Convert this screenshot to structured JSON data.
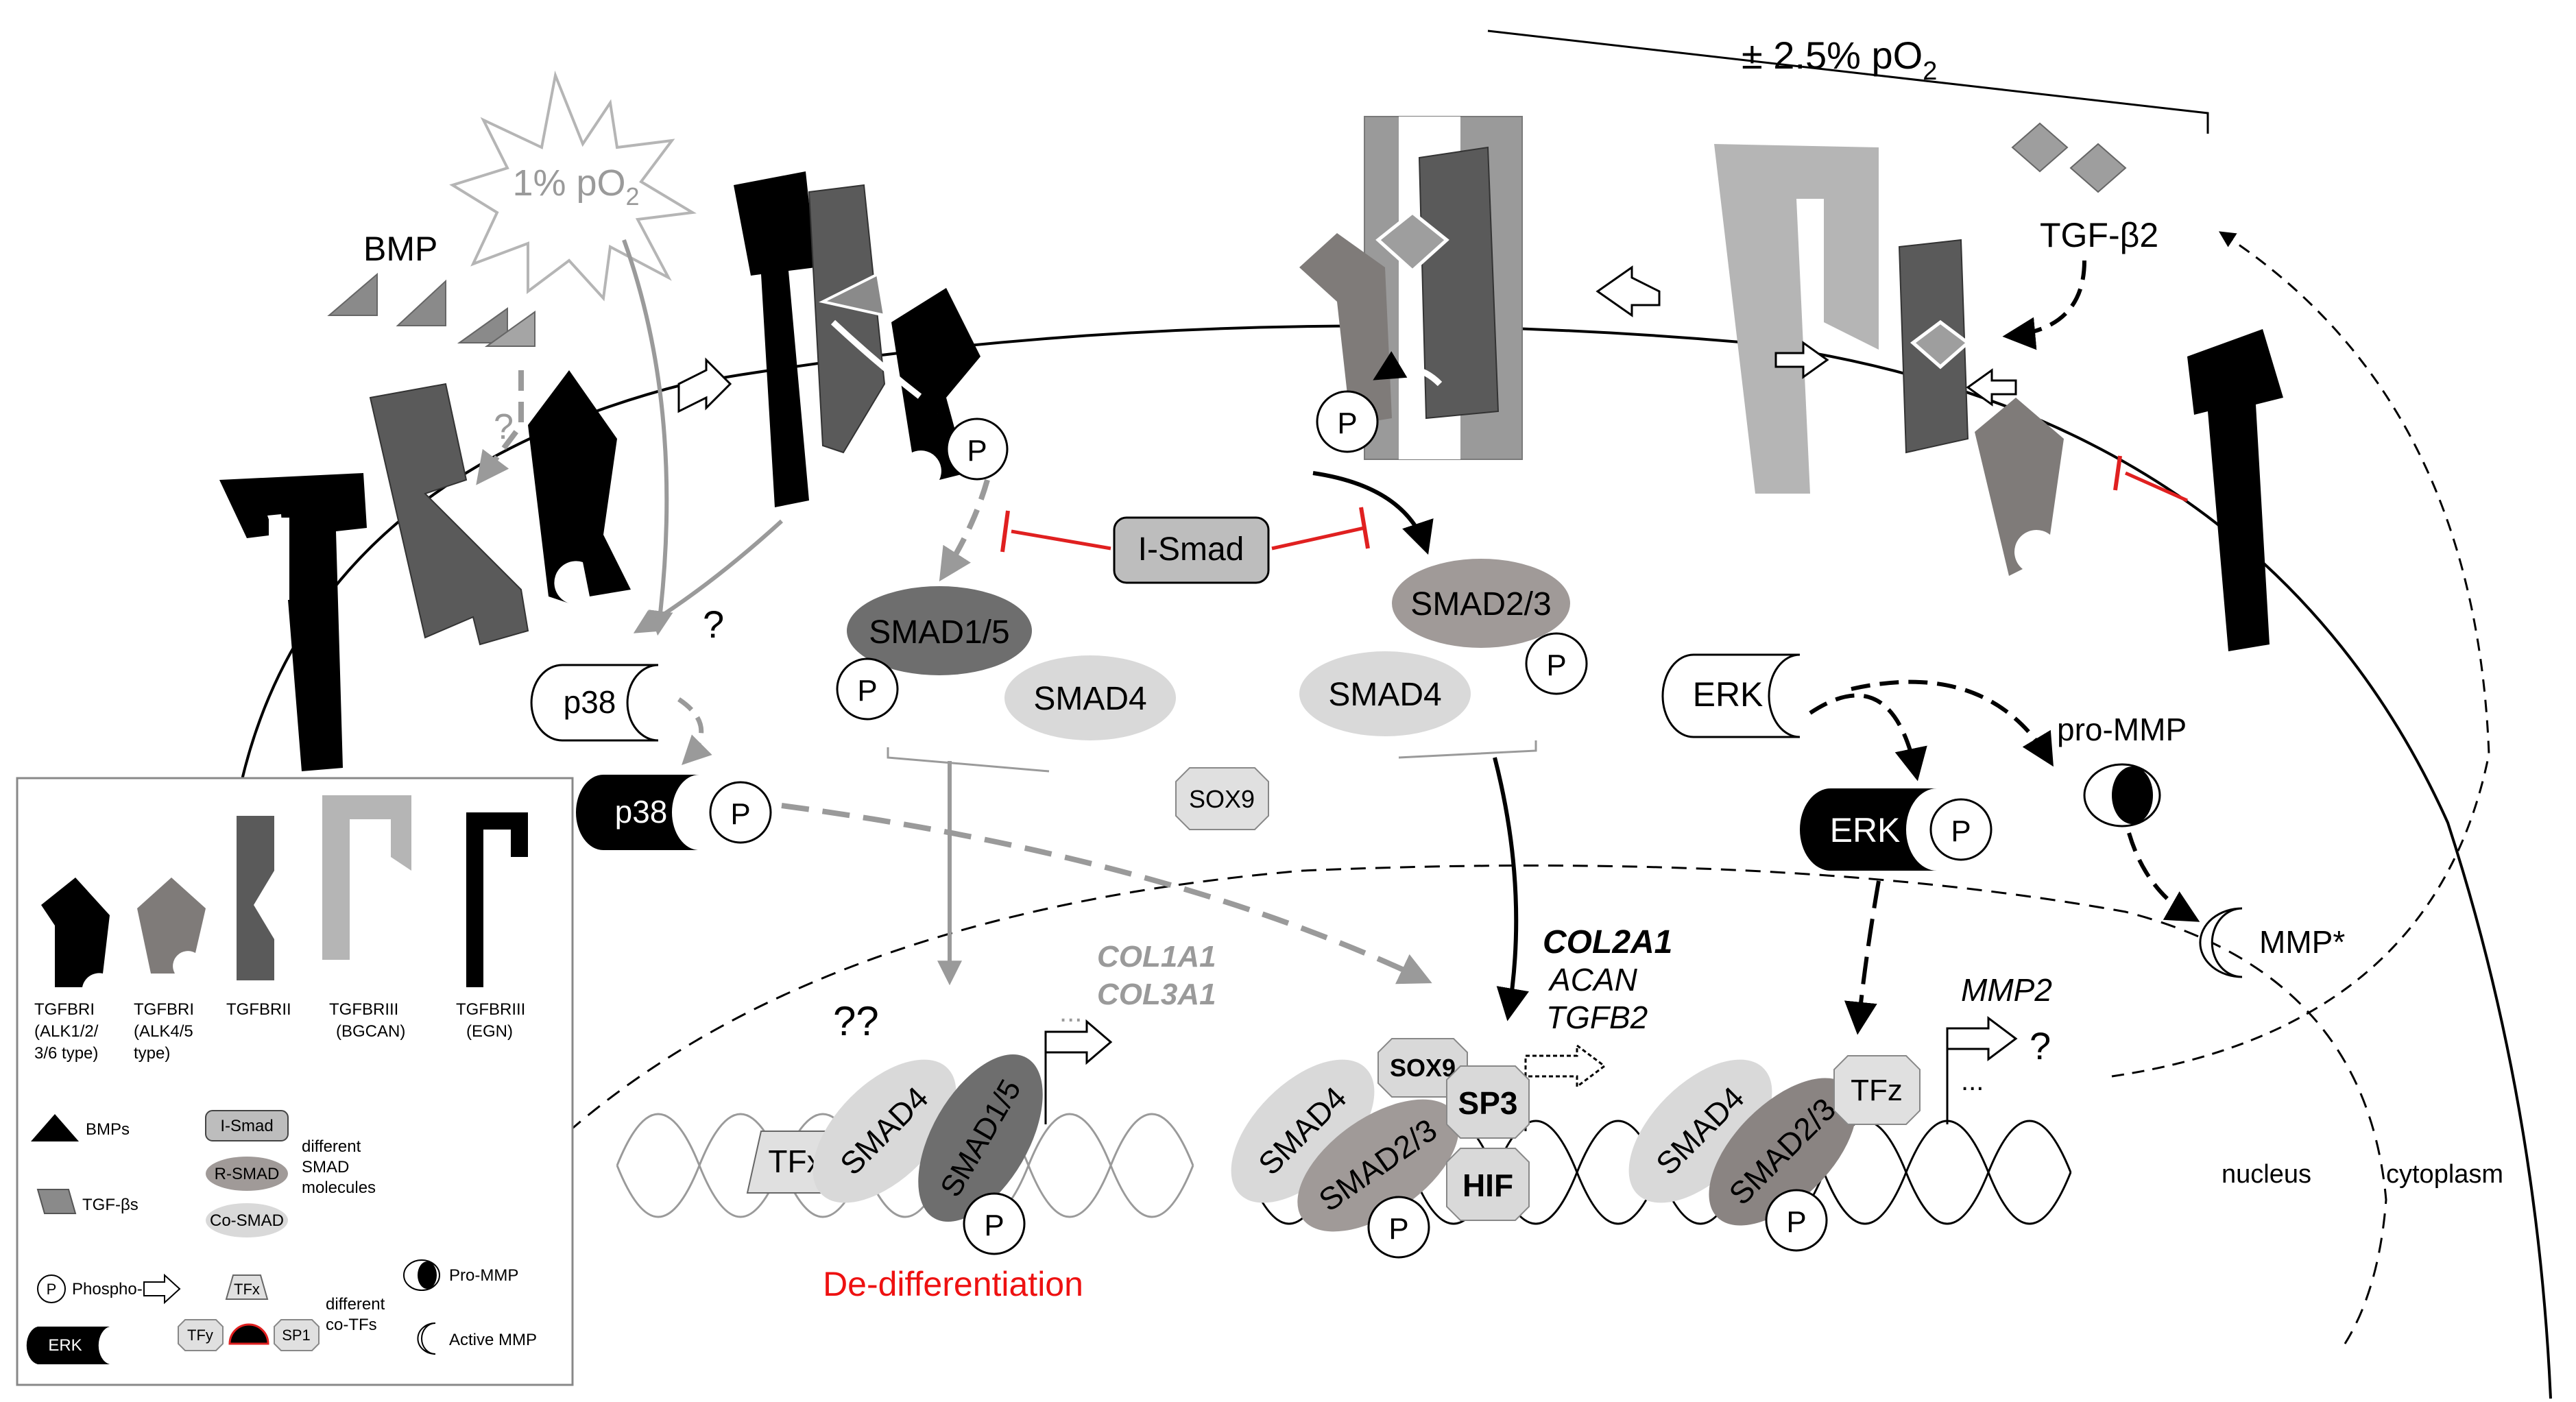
{
  "header": {
    "bracket_label": "± 2.5% pO",
    "bracket_sub": "2"
  },
  "hypoxia": {
    "label": "1% pO",
    "sub": "2"
  },
  "ligands": {
    "bmp": "BMP",
    "tgfb2": "TGF-β2"
  },
  "proteins": {
    "p38": "p38",
    "p": "P",
    "ismad": "I-Smad",
    "smad15": "SMAD1/5",
    "smad4": "SMAD4",
    "smad23": "SMAD2/3",
    "erk": "ERK",
    "sox9": "SOX9",
    "sp3": "SP3",
    "hif": "HIF",
    "tfx": "TFx",
    "tfz": "TFz",
    "pro_mmp": "pro-MMP",
    "mmp_active": "MMP*"
  },
  "marks": {
    "q": "?",
    "qq": "??"
  },
  "genes": {
    "left": [
      "COL1A1",
      "COL3A1"
    ],
    "middle": [
      "COL2A1",
      "ACAN",
      "TGFB2"
    ],
    "right": "MMP2",
    "ellipsis": "..."
  },
  "outcome": {
    "label": "De-differentiation",
    "color": "#ee1111"
  },
  "compartments": {
    "nucleus": "nucleus",
    "cytoplasm": "cytoplasm"
  },
  "colors": {
    "black": "#000000",
    "dark": "#5a5a5a",
    "mid": "#7f7b79",
    "light": "#bdbdbd",
    "inhibit": "#e02020"
  },
  "legend": {
    "receptors": [
      {
        "l1": "TGFBRI",
        "l2": "(ALK1/2/",
        "l3": "3/6 type)"
      },
      {
        "l1": "TGFBRI",
        "l2": "(ALK4/5",
        "l3": "type)"
      },
      {
        "l1": "TGFBRII",
        "l2": "",
        "l3": ""
      },
      {
        "l1": "TGFBRIII",
        "l2": "(BGCAN)",
        "l3": ""
      },
      {
        "l1": "TGFBRIII",
        "l2": "(EGN)",
        "l3": ""
      }
    ],
    "bmps": "BMPs",
    "tgfbs": "TGF-βs",
    "ismad": "I-Smad",
    "rsmad": "R-SMAD",
    "cosmad": "Co-SMAD",
    "smad_desc": [
      "different",
      "SMAD",
      "molecules"
    ],
    "p": "P",
    "phospho": "Phospho-",
    "tfx": "TFx",
    "tfy": "TFy",
    "sp1": "SP1",
    "cotf_desc": [
      "different",
      "co-TFs"
    ],
    "erk": "ERK",
    "pro_mmp": "Pro-MMP",
    "active_mmp": "Active MMP"
  }
}
